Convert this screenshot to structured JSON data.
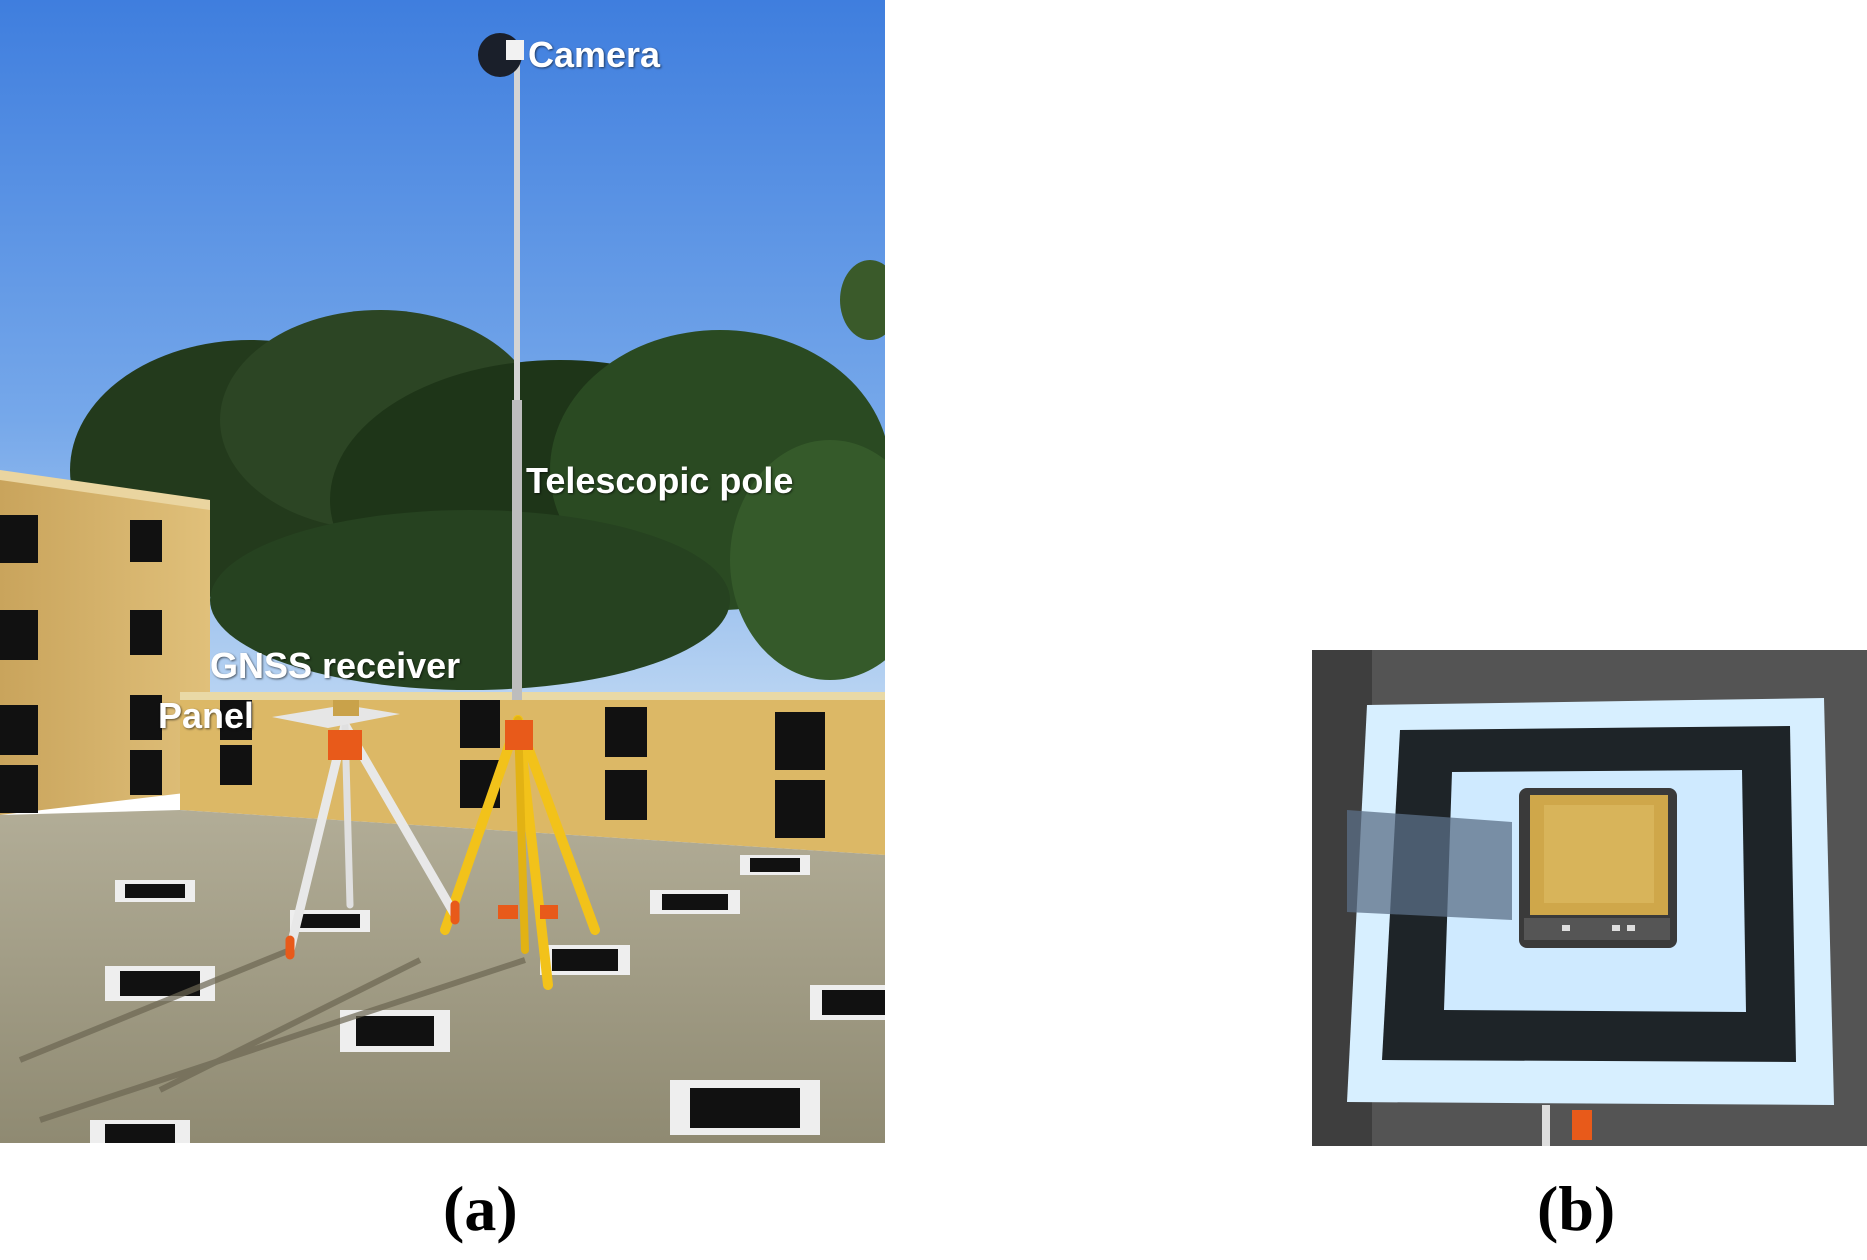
{
  "figure": {
    "panel_a": {
      "caption": "(a)",
      "labels": {
        "camera": "Camera",
        "pole": "Telescopic  pole",
        "gnss": "GNSS receiver",
        "panel": "Panel"
      }
    },
    "panel_b": {
      "caption": "(b)"
    }
  },
  "colors": {
    "sky_top": "#4a86e0",
    "sky_bottom": "#a8c8f0",
    "wall": "#d8b56a",
    "floor": "#9a9378",
    "tripod_yellow": "#f2c21a",
    "tripod_orange": "#e85a1a",
    "panel_light": "#d7efff",
    "panel_dark": "#1e2428",
    "receiver_gold": "#cfa74a"
  }
}
